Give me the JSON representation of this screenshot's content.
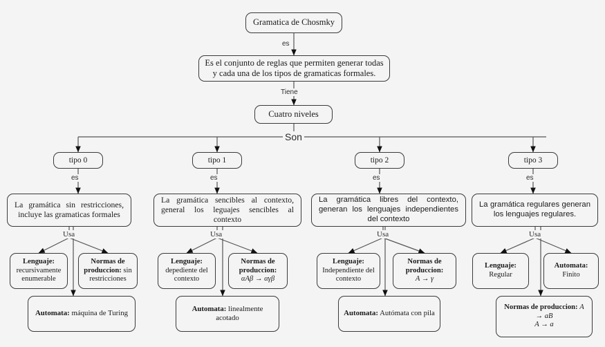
{
  "diagram": {
    "title": "Gramatica de Chomsky - mapa conceptual",
    "background": "#f4f4f4",
    "border_color": "#3a3a3a"
  },
  "nodes": {
    "root": "Gramatica de Chosmky",
    "definition": "Es el conjunto de reglas que permiten generar todas y cada una de los tipos de gramaticas formales.",
    "niveles": "Cuatro niveles",
    "tipo0": "tipo 0",
    "tipo1": "tipo 1",
    "tipo2": "tipo 2",
    "tipo3": "tipo 3",
    "desc0": "La gramática sin restricciones, incluye las gramaticas formales",
    "desc1": "La gramática sencibles al contexto, general los leguajes sencibles al contexto",
    "desc2": "La gramática libres del contexto, generan los lenguajes independientes del contexto",
    "desc3": "La gramática regulares generan los lenguajes regulares."
  },
  "leaves": {
    "t0_lenguaje_label": "Lenguaje:",
    "t0_lenguaje_value": "recursivamente enumerable",
    "t0_normas_label": "Normas de produccion:",
    "t0_normas_value": "sin restricciones",
    "t0_automata_label": "Automata:",
    "t0_automata_value": "máquina de Turing",
    "t1_lenguaje_label": "Lenguaje:",
    "t1_lenguaje_value": "depediente del contexto",
    "t1_normas_label": "Normas de produccion:",
    "t1_normas_value": "αAβ → αγβ",
    "t1_automata_label": "Automata:",
    "t1_automata_value": "linealmente acotado",
    "t2_lenguaje_label": "Lenguaje:",
    "t2_lenguaje_value": "Independiente del contexto",
    "t2_normas_label": "Normas de produccion:",
    "t2_normas_value": "A → γ",
    "t2_automata_label": "Automata:",
    "t2_automata_value": "Autómata con pila",
    "t3_lenguaje_label": "Lenguaje:",
    "t3_lenguaje_value": "Regular",
    "t3_automata_label": "Automata:",
    "t3_automata_value": "Finito",
    "t3_normas_label": "Normas de produccion:",
    "t3_normas_value1": "A → aB",
    "t3_normas_value2": "A → a"
  },
  "edge_labels": {
    "es_root": "es",
    "tiene": "Tiene",
    "son": "Son",
    "es_tipo0": "es",
    "es_tipo1": "es",
    "es_tipo2": "es",
    "es_tipo3": "es",
    "usa0": "Usa",
    "usa1": "Usa",
    "usa2": "Usa",
    "usa3": "Usa"
  }
}
